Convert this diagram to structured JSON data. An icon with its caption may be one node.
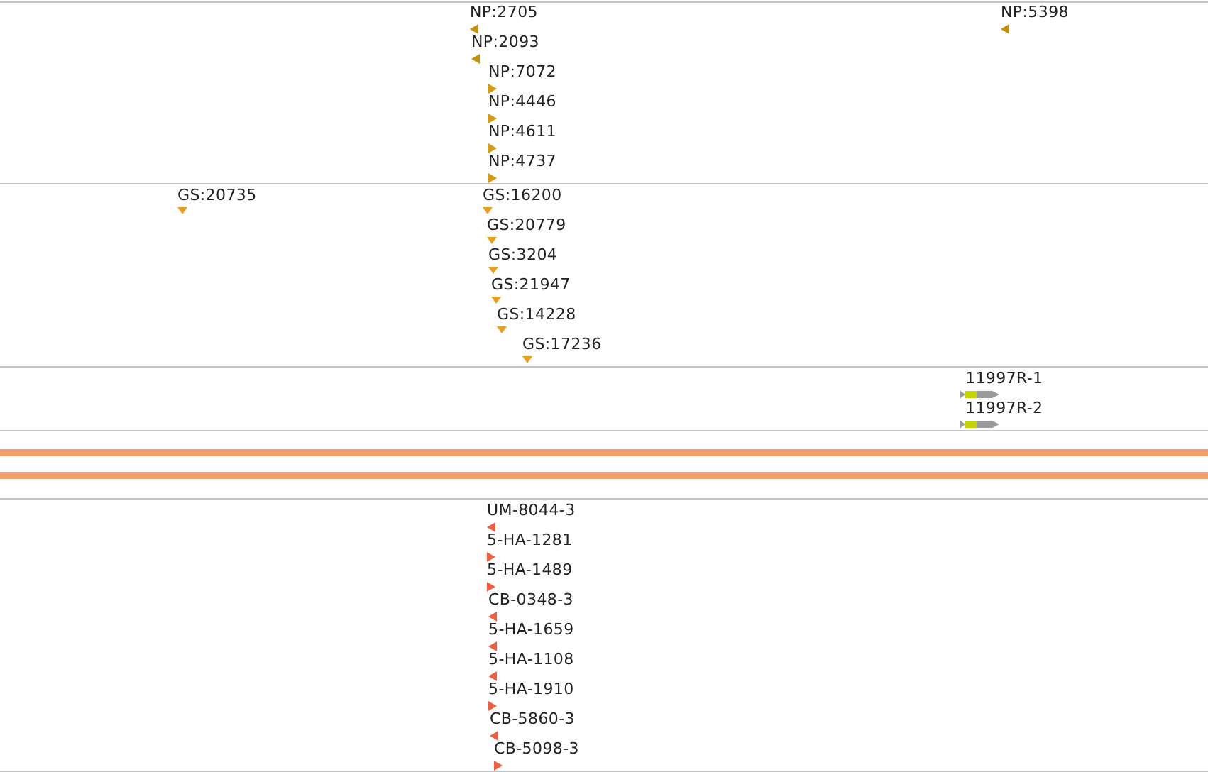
{
  "diagram": {
    "labels": [
      "NP:2705",
      "NP:5398",
      "NP:2093",
      "NP:7072",
      "NP:4446",
      "NP:4611",
      "NP:4737",
      "GS:20735",
      "GS:16200",
      "GS:20779",
      "GS:3204",
      "GS:21947",
      "GS:14228",
      "GS:17236",
      "11997R-1",
      "11997R-2",
      "UM-8044-3",
      "5-HA-1281",
      "5-HA-1489",
      "CB-0348-3",
      "5-HA-1659",
      "5-HA-1108",
      "5-HA-1910",
      "CB-5860-3",
      "CB-5098-3"
    ]
  }
}
